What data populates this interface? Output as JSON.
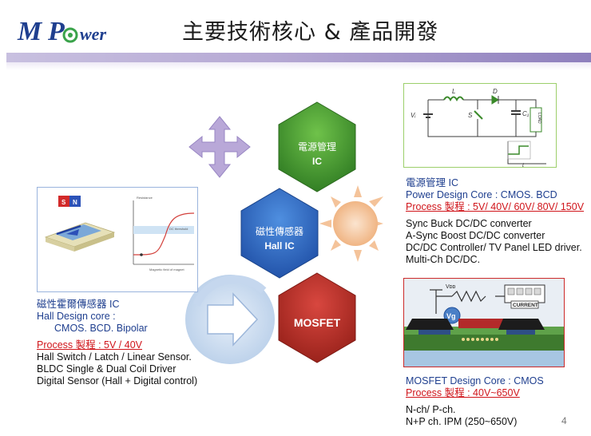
{
  "header": {
    "logo_text": "MPower",
    "title": "主要技術核心 & 產品開發"
  },
  "colors": {
    "navy": "#1f3f8f",
    "red": "#d0141a",
    "green_hex": "#3f8f2a",
    "blue_hex": "#2d6bc4",
    "red_hex": "#c0302c",
    "header_bar": "#8e7fbd"
  },
  "diagram": {
    "power": {
      "line1": "電源管理",
      "line2": "IC"
    },
    "hall": {
      "line1": "磁性傳感器",
      "line2": "Hall IC"
    },
    "mosfet": {
      "line1": "MOSFET"
    },
    "icons": [
      "four-way-arrow-icon",
      "sun-icon",
      "circular-arrow-icon"
    ]
  },
  "power_block": {
    "heading": "電源管理  IC",
    "core": "Power Design Core : CMOS. BCD",
    "process": "Process 製程 : 5V/ 40V/ 60V/ 80V/ 150V",
    "items": [
      "Sync Buck DC/DC converter",
      "A-Sync Boost  DC/DC converter",
      "DC/DC Controller/ TV Panel LED driver.",
      "Multi-Ch DC/DC."
    ]
  },
  "hall_block": {
    "heading": "磁性霍爾傳感器  IC",
    "core_line1": "Hall Design core :",
    "core_line2": "CMOS. BCD. Bipolar",
    "process": "Process 製程 : 5V / 40V",
    "items": [
      "Hall Switch / Latch / Linear Sensor.",
      "BLDC Single & Dual Coil Driver",
      "Digital Sensor (Hall + Digital control)"
    ]
  },
  "mosfet_block": {
    "core": "MOSFET Design Core : CMOS",
    "process": "Process 製程 : 40V~650V",
    "items": [
      "N-ch/ P-ch.",
      "N+P ch. IPM (250~650V)"
    ]
  },
  "figures": {
    "hall_fig": {
      "magnet_s": "S",
      "magnet_n": "N",
      "resistance_label": "Resistance",
      "threshold_label": "DC threshold",
      "axis_label": "Magnetic field of magnet"
    },
    "buck_fig": {
      "L": "L",
      "D": "D",
      "S": "S",
      "C": "C₁",
      "Vi": "Vᵢ",
      "load": "LOAD",
      "t": "t"
    },
    "mosfet_fig": {
      "vdd": "Vᴅᴅ",
      "vg": "Vg",
      "current": "CURRENT"
    }
  },
  "page_number": "4"
}
